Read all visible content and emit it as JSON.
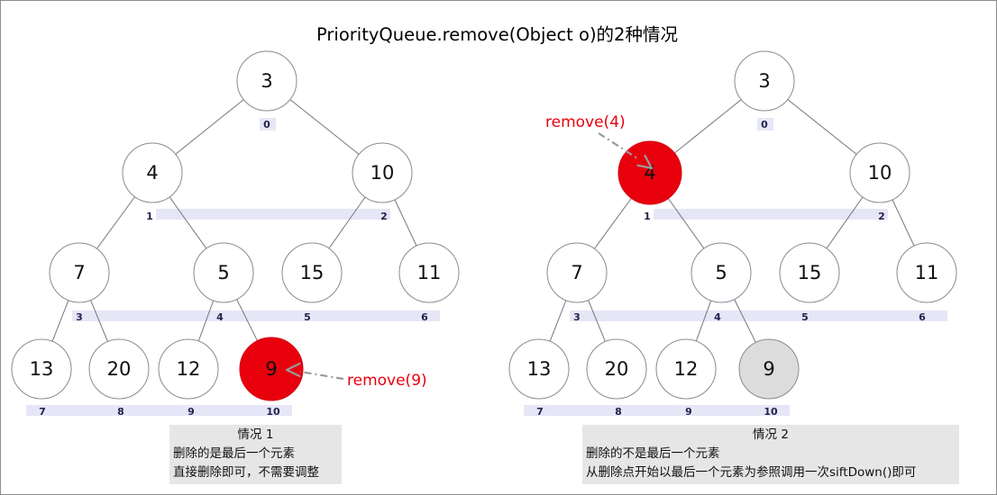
{
  "title": "PriorityQueue.remove(Object o)的2种情况",
  "colors": {
    "highlight_red": "#e8000d",
    "removed_gray": "#dcdcdc",
    "index_band_lavender": "#e6e6f7",
    "node_fill": "#ffffff",
    "node_border": "#8a8a96",
    "edge_gray": "#75757f",
    "annotation_red": "#e8000d",
    "arrow_gray": "#9a9a9a",
    "caption_background": "#e6e6e6"
  },
  "left_tree": {
    "annotation": "remove(9)",
    "nodes": [
      {
        "value": "3",
        "index": "0"
      },
      {
        "value": "4",
        "index": "1"
      },
      {
        "value": "10",
        "index": "2"
      },
      {
        "value": "7",
        "index": "3"
      },
      {
        "value": "5",
        "index": "4"
      },
      {
        "value": "15",
        "index": "5"
      },
      {
        "value": "11",
        "index": "6"
      },
      {
        "value": "13",
        "index": "7"
      },
      {
        "value": "20",
        "index": "8"
      },
      {
        "value": "12",
        "index": "9"
      },
      {
        "value": "9",
        "index": "10",
        "state": "highlighted-red"
      }
    ],
    "caption": {
      "heading": "情况 1",
      "lines": [
        "删除的是最后一个元素",
        "直接删除即可，不需要调整"
      ]
    }
  },
  "right_tree": {
    "annotation": "remove(4)",
    "nodes": [
      {
        "value": "3",
        "index": "0"
      },
      {
        "value": "4",
        "index": "1",
        "state": "highlighted-red"
      },
      {
        "value": "10",
        "index": "2"
      },
      {
        "value": "7",
        "index": "3"
      },
      {
        "value": "5",
        "index": "4"
      },
      {
        "value": "15",
        "index": "5"
      },
      {
        "value": "11",
        "index": "6"
      },
      {
        "value": "13",
        "index": "7"
      },
      {
        "value": "20",
        "index": "8"
      },
      {
        "value": "12",
        "index": "9"
      },
      {
        "value": "9",
        "index": "10",
        "state": "removed-gray"
      }
    ],
    "caption": {
      "heading": "情况 2",
      "lines": [
        "删除的不是最后一个元素",
        "从删除点开始以最后一个元素为参照调用一次siftDown()即可"
      ]
    }
  }
}
